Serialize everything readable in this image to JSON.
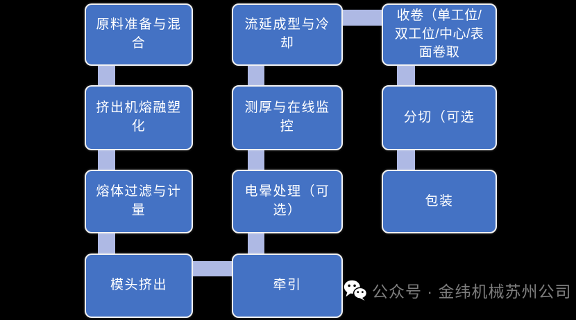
{
  "diagram": {
    "type": "flowchart",
    "theme": {
      "background": "#000000",
      "node_fill": "#4472C4",
      "node_border": "#F2F2F2",
      "node_text_color": "#FFFFFF",
      "connector_color": "#AEB9E4",
      "watermark_color": "#7D7D7D"
    },
    "nodes": [
      {
        "id": "raw-material-prep",
        "column": 1,
        "row": 1,
        "label": "原料准备与混\n合"
      },
      {
        "id": "extruder-melting",
        "column": 1,
        "row": 2,
        "label": "挤出机熔融塑\n化"
      },
      {
        "id": "melt-filter-meter",
        "column": 1,
        "row": 3,
        "label": "熔体过滤与计\n量"
      },
      {
        "id": "die-extrusion",
        "column": 1,
        "row": 4,
        "label": "模头挤出"
      },
      {
        "id": "cast-forming-cool",
        "column": 2,
        "row": 1,
        "label": "流延成型与冷\n却"
      },
      {
        "id": "thickness-monitor",
        "column": 2,
        "row": 2,
        "label": "测厚与在线监\n控"
      },
      {
        "id": "corona-treatment",
        "column": 2,
        "row": 3,
        "label": "电晕处理（可\n选）"
      },
      {
        "id": "traction",
        "column": 2,
        "row": 4,
        "label": "牵引"
      },
      {
        "id": "winding",
        "column": 3,
        "row": 1,
        "label": "收卷（单工位/\n双工位/中心/表\n面卷取"
      },
      {
        "id": "slitting",
        "column": 3,
        "row": 2,
        "label": "分切（可选"
      },
      {
        "id": "packaging",
        "column": 3,
        "row": 3,
        "label": "包装"
      }
    ],
    "connectors": [
      "col1-row1-row2",
      "col1-row2-row3",
      "col1-row3-row4",
      "col2-row1-row2",
      "col2-row2-row3",
      "col2-row3-row4",
      "col3-row1-row2",
      "col3-row2-row3",
      "cast-to-winding-horizontal",
      "die-to-traction-horizontal"
    ],
    "watermark": {
      "icon": "wechat-icon",
      "text": "公众号 · 金纬机械苏州公司"
    }
  }
}
